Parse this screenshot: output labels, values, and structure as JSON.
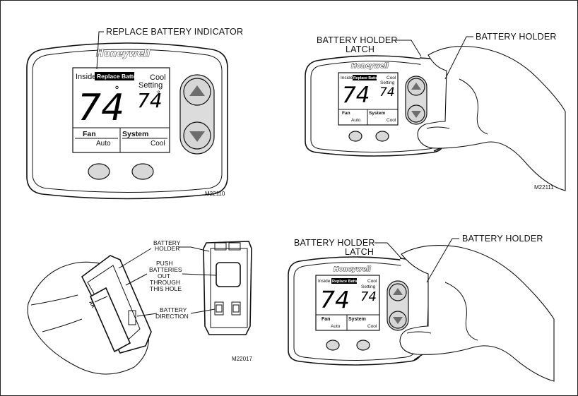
{
  "brand": "Honeywell",
  "display": {
    "inside_label": "Inside",
    "replace_battery": "Replace Battery",
    "temperature": "74",
    "degree": "°",
    "cool_label": "Cool",
    "setting_label": "Setting",
    "set_temperature": "74",
    "fan_label": "Fan",
    "fan_value": "Auto",
    "system_label": "System",
    "system_value": "Cool"
  },
  "panel_top_left": {
    "callout": "REPLACE BATTERY INDICATOR",
    "figure_code": "M22110"
  },
  "panel_top_right": {
    "callout_latch_line1": "BATTERY HOLDER",
    "callout_latch_line2": "LATCH",
    "callout_holder": "BATTERY HOLDER",
    "figure_code": "M22111"
  },
  "panel_bottom_left": {
    "callout_holder_line1": "BATTERY",
    "callout_holder_line2": "HOLDER",
    "callout_push_line1": "PUSH",
    "callout_push_line2": "BATTERIES",
    "callout_push_line3": "OUT",
    "callout_push_line4": "THROUGH",
    "callout_push_line5": "THIS HOLE",
    "callout_direction_line1": "BATTERY",
    "callout_direction_line2": "DIRECTION",
    "battery_mark": "AA",
    "figure_code": "M22017"
  },
  "panel_bottom_right": {
    "callout_latch_line1": "BATTERY HOLDER",
    "callout_latch_line2": "LATCH",
    "callout_holder": "BATTERY HOLDER"
  }
}
